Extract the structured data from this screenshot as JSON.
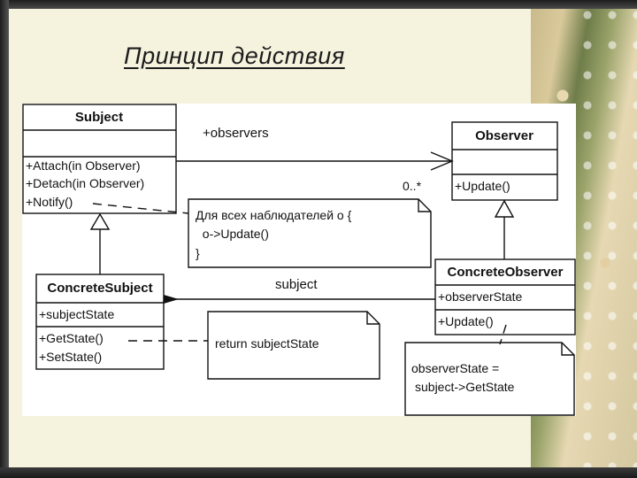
{
  "slide": {
    "title": "Принцип действия"
  },
  "diagram": {
    "subject": {
      "name": "Subject",
      "methods": [
        "+Attach(in Observer)",
        "+Detach(in Observer)",
        "+Notify()"
      ]
    },
    "observer": {
      "name": "Observer",
      "methods": [
        "+Update()"
      ]
    },
    "concrete_subject": {
      "name": "ConcreteSubject",
      "attributes": [
        "+subjectState"
      ],
      "methods": [
        "+GetState()",
        "+SetState()"
      ]
    },
    "concrete_observer": {
      "name": "ConcreteObserver",
      "attributes": [
        "+observerState"
      ],
      "methods": [
        "+Update()"
      ]
    },
    "associations": {
      "observers_label": "+observers",
      "multiplicity": "0..*",
      "subject_label": "subject"
    },
    "notes": {
      "notify": [
        "Для всех наблюдателей o {",
        "  o->Update()",
        "}"
      ],
      "get_state": [
        "return subjectState"
      ],
      "update": [
        "observerState =",
        "subject->GetState"
      ]
    }
  }
}
